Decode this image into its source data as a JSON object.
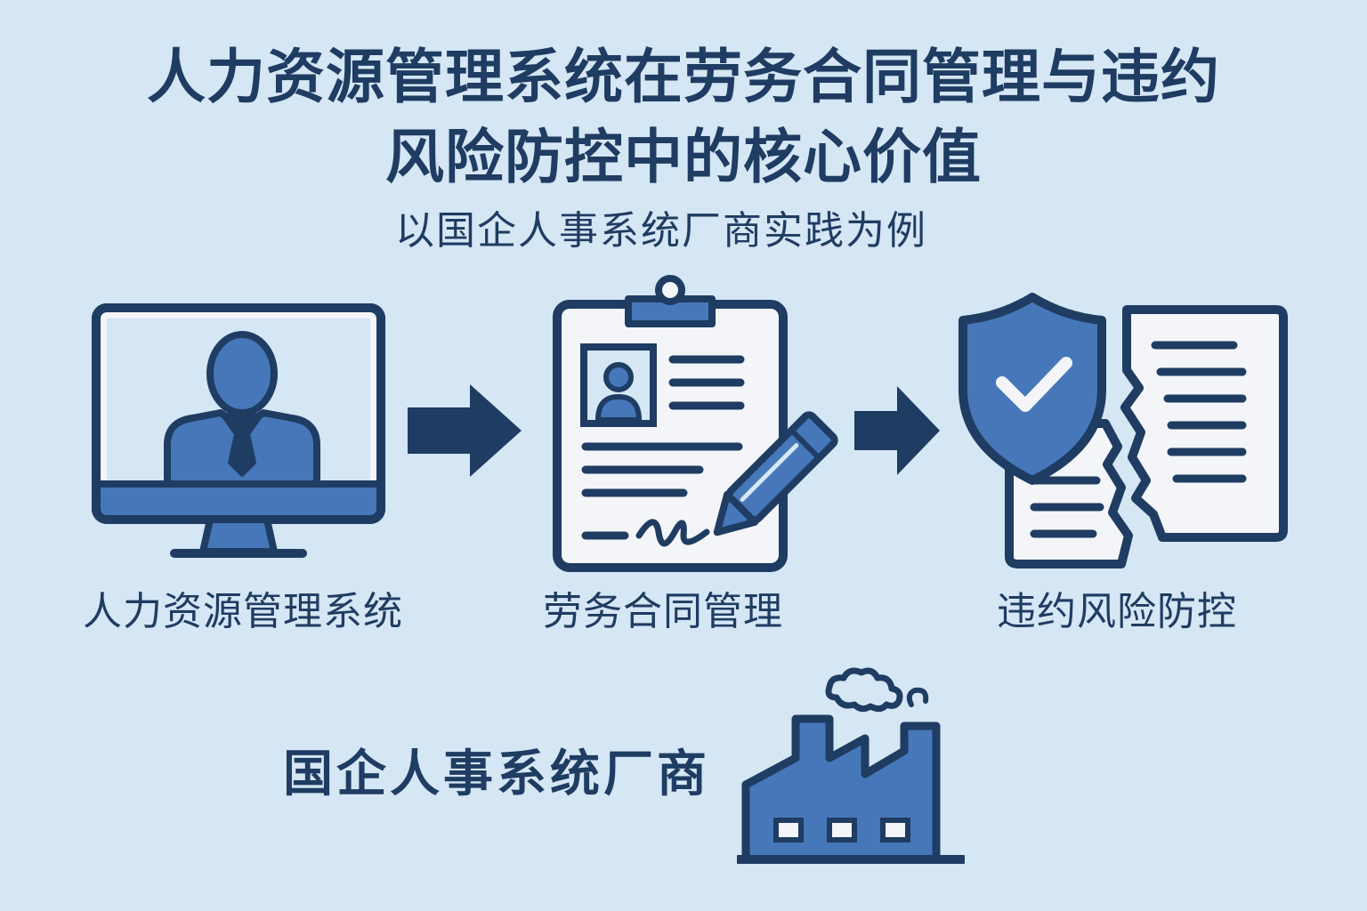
{
  "title": {
    "line1": "人力资源管理系统在劳务合同管理与违约",
    "line2": "风险防控中的核心价值"
  },
  "subtitle": "以国企人事系统厂商实践为例",
  "steps": [
    {
      "label": "人力资源管理系统",
      "icon": "computer-user-icon"
    },
    {
      "label": "劳务合同管理",
      "icon": "clipboard-contract-icon"
    },
    {
      "label": "违约风险防控",
      "icon": "shield-torn-document-icon"
    }
  ],
  "vendor": {
    "label": "国企人事系统厂商",
    "icon": "factory-icon"
  },
  "colors": {
    "background": "#d5e6f4",
    "navy": "#1f3c62",
    "blue": "#4677b9",
    "paper": "#f3f5f8"
  }
}
